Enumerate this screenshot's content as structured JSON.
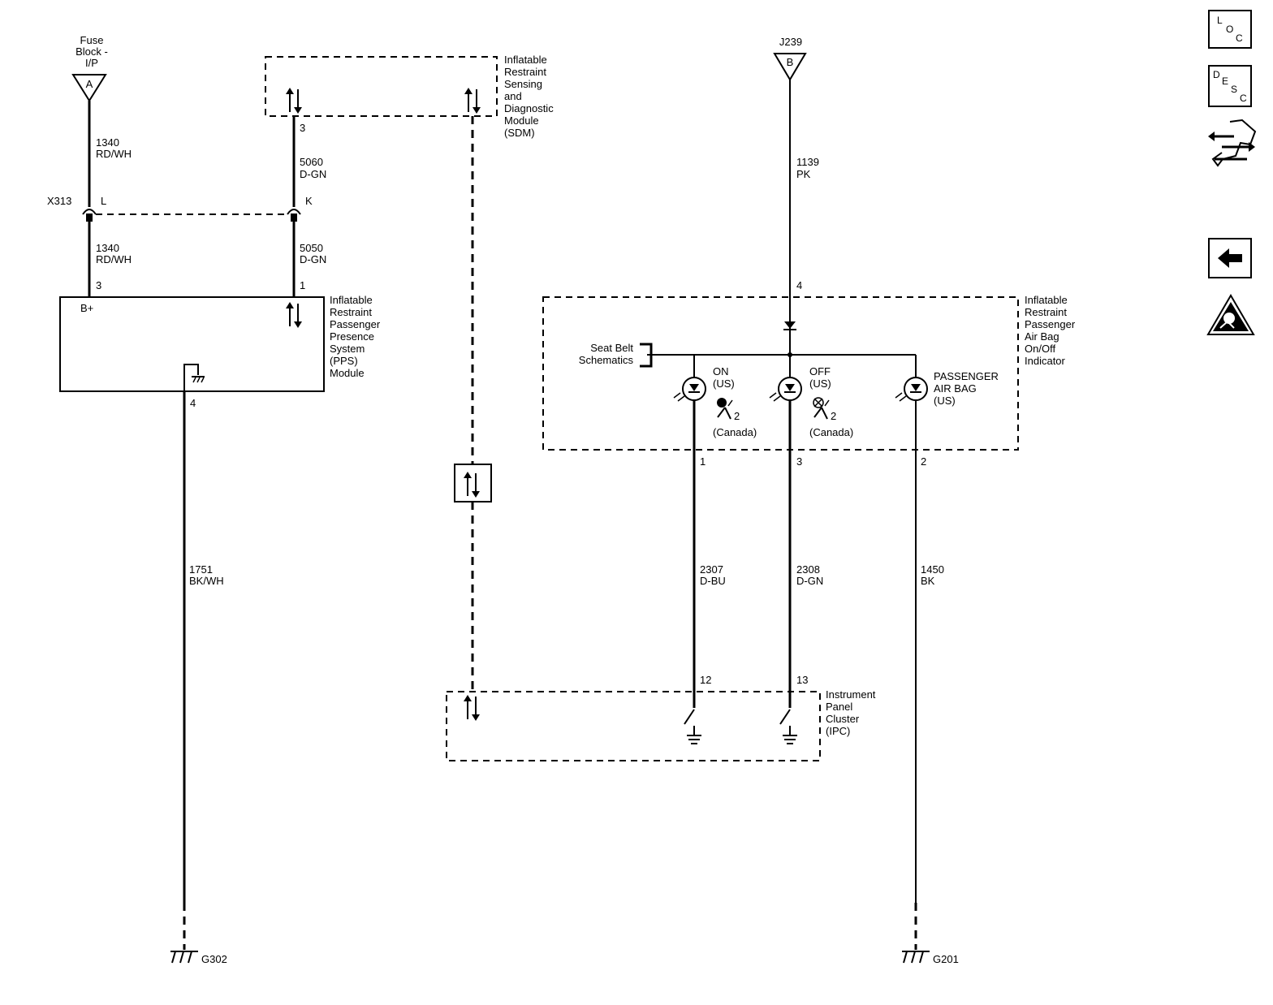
{
  "fuse": {
    "line1": "Fuse",
    "line2": "Block -",
    "line3": "I/P",
    "pin": "A"
  },
  "j239": {
    "name": "J239",
    "pin": "B"
  },
  "sdm": {
    "lines": [
      "Inflatable",
      "Restraint",
      "Sensing",
      "and",
      "Diagnostic",
      "Module",
      "(SDM)"
    ],
    "pin": "3"
  },
  "pps": {
    "lines": [
      "Inflatable",
      "Restraint",
      "Passenger",
      "Presence",
      "System",
      "(PPS)",
      "Module"
    ],
    "bplus": "B+",
    "pin_b": "3",
    "pin_data": "1",
    "pin_gnd": "4"
  },
  "indicator": {
    "lines": [
      "Inflatable",
      "Restraint",
      "Passenger",
      "Air Bag",
      "On/Off",
      "Indicator"
    ],
    "pin_in": "4",
    "pin1": "1",
    "pin3": "3",
    "pin2": "2"
  },
  "ipc": {
    "lines": [
      "Instrument",
      "Panel",
      "Cluster",
      "(IPC)"
    ],
    "pin12": "12",
    "pin13": "13"
  },
  "connector": {
    "name": "X313",
    "pin_l": "L",
    "pin_k": "K"
  },
  "seatbelt": {
    "line1": "Seat Belt",
    "line2": "Schematics"
  },
  "lamps": {
    "on": {
      "l1": "ON",
      "l2": "(US)",
      "sub": "2",
      "canada": "(Canada)"
    },
    "off": {
      "l1": "OFF",
      "l2": "(US)",
      "sub": "2",
      "canada": "(Canada)"
    },
    "pass": {
      "l1": "PASSENGER",
      "l2": "AIR BAG",
      "l3": "(US)"
    }
  },
  "wires": {
    "w1340a": {
      "num": "1340",
      "color": "RD/WH"
    },
    "w1340b": {
      "num": "1340",
      "color": "RD/WH"
    },
    "w5060": {
      "num": "5060",
      "color": "D-GN"
    },
    "w5050": {
      "num": "5050",
      "color": "D-GN"
    },
    "w1751": {
      "num": "1751",
      "color": "BK/WH"
    },
    "w1139": {
      "num": "1139",
      "color": "PK"
    },
    "w2307": {
      "num": "2307",
      "color": "D-BU"
    },
    "w2308": {
      "num": "2308",
      "color": "D-GN"
    },
    "w1450": {
      "num": "1450",
      "color": "BK"
    }
  },
  "grounds": {
    "g302": "G302",
    "g201": "G201"
  },
  "nav": {
    "loc": [
      "L",
      "O",
      "C"
    ],
    "desc": [
      "D",
      "E",
      "S",
      "C"
    ]
  },
  "icons": {
    "swap": "connector-swap-icon",
    "back": "back-arrow-icon",
    "warning": "airbag-warning-icon"
  }
}
